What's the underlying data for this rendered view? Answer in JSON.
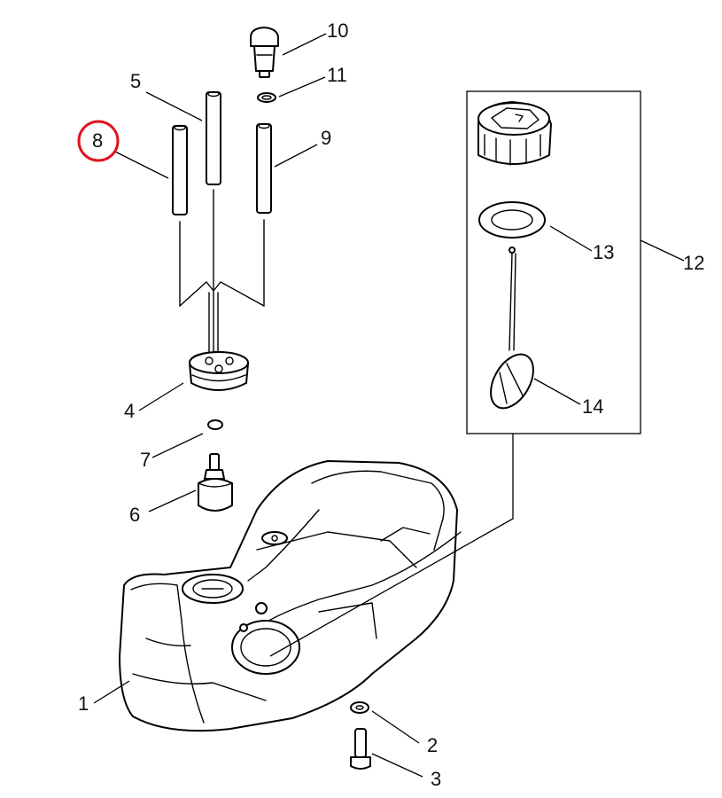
{
  "callouts": {
    "c1": "1",
    "c2": "2",
    "c3": "3",
    "c4": "4",
    "c5": "5",
    "c6": "6",
    "c7": "7",
    "c8": "8",
    "c9": "9",
    "c10": "10",
    "c11": "11",
    "c12": "12",
    "c13": "13",
    "c14": "14"
  },
  "highlighted_callout": "8",
  "colors": {
    "highlight": "#e0141e",
    "line": "#000000",
    "background": "#ffffff"
  }
}
